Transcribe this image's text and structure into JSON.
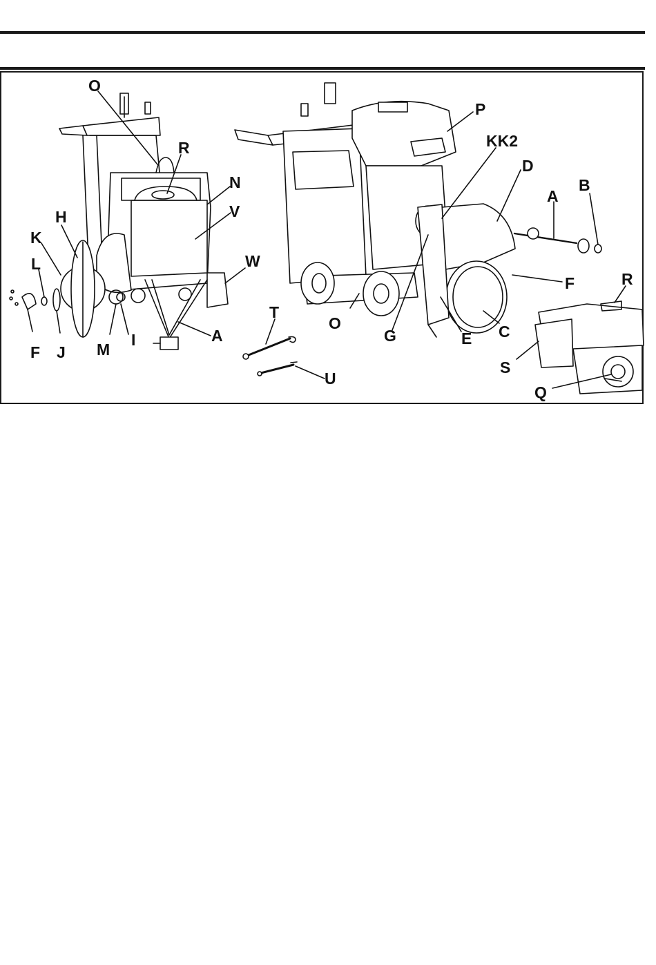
{
  "figure": {
    "callouts": [
      {
        "id": "O",
        "text": "O"
      },
      {
        "id": "R",
        "text": "R"
      },
      {
        "id": "N",
        "text": "N"
      },
      {
        "id": "V",
        "text": "V"
      },
      {
        "id": "W",
        "text": "W"
      },
      {
        "id": "H",
        "text": "H"
      },
      {
        "id": "K",
        "text": "K"
      },
      {
        "id": "L",
        "text": "L"
      },
      {
        "id": "F",
        "text": "F"
      },
      {
        "id": "J",
        "text": "J"
      },
      {
        "id": "M",
        "text": "M"
      },
      {
        "id": "I",
        "text": "I"
      },
      {
        "id": "A",
        "text": "A"
      },
      {
        "id": "T",
        "text": "T"
      },
      {
        "id": "U",
        "text": "U"
      },
      {
        "id": "P",
        "text": "P"
      },
      {
        "id": "KK2",
        "text": "KK2"
      },
      {
        "id": "D",
        "text": "D"
      },
      {
        "id": "A2",
        "text": "A"
      },
      {
        "id": "B",
        "text": "B"
      },
      {
        "id": "F2",
        "text": "F"
      },
      {
        "id": "R2",
        "text": "R"
      },
      {
        "id": "O2",
        "text": "O"
      },
      {
        "id": "G",
        "text": "G"
      },
      {
        "id": "E",
        "text": "E"
      },
      {
        "id": "C",
        "text": "C"
      },
      {
        "id": "S",
        "text": "S"
      },
      {
        "id": "Q",
        "text": "Q"
      }
    ]
  }
}
